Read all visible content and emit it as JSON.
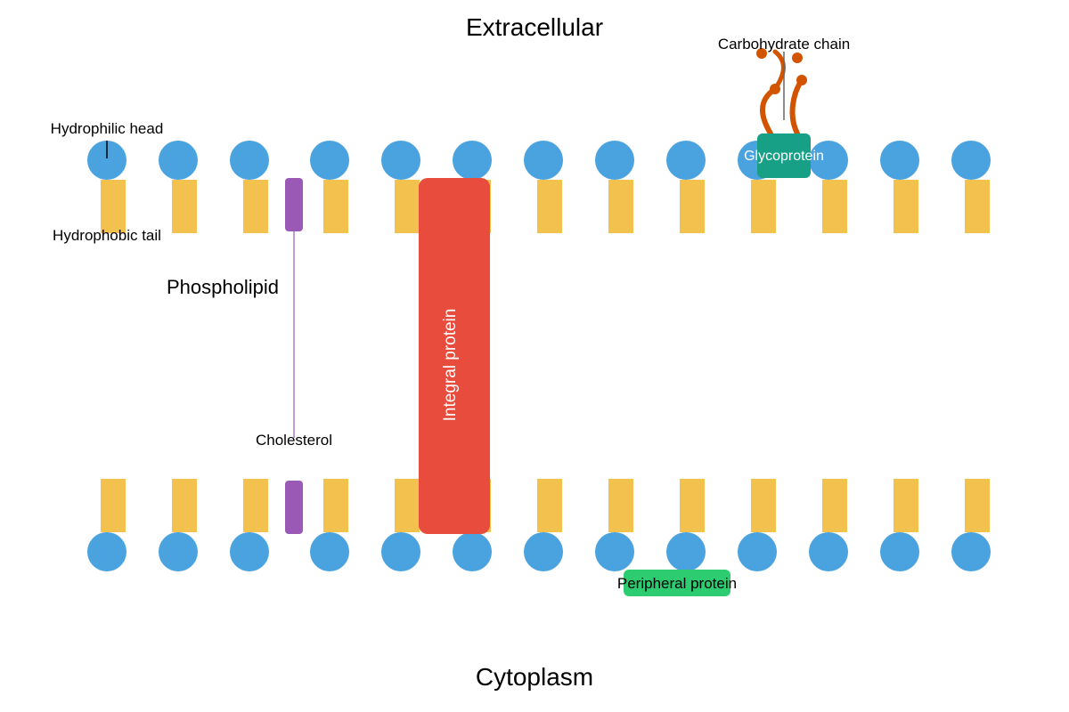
{
  "regions": {
    "top": "Extracellular",
    "bottom": "Cytoplasm"
  },
  "labels": {
    "hydrophilic_head": "Hydrophilic head",
    "hydrophobic_tail": "Hydrophobic tail",
    "phospholipid": "Phospholipid",
    "cholesterol": "Cholesterol",
    "integral_protein": "Integral protein",
    "glycoprotein": "Glycoprotein",
    "carbohydrate_chain": "Carbohydrate chain",
    "peripheral_protein": "Peripheral protein"
  },
  "colors": {
    "head": "#4aa3df",
    "tail": "#f2c14e",
    "cholesterol": "#9b59b6",
    "integral_protein": "#e74c3c",
    "glycoprotein": "#17a085",
    "carbohydrate": "#d35400",
    "peripheral_protein": "#2ecc71"
  }
}
